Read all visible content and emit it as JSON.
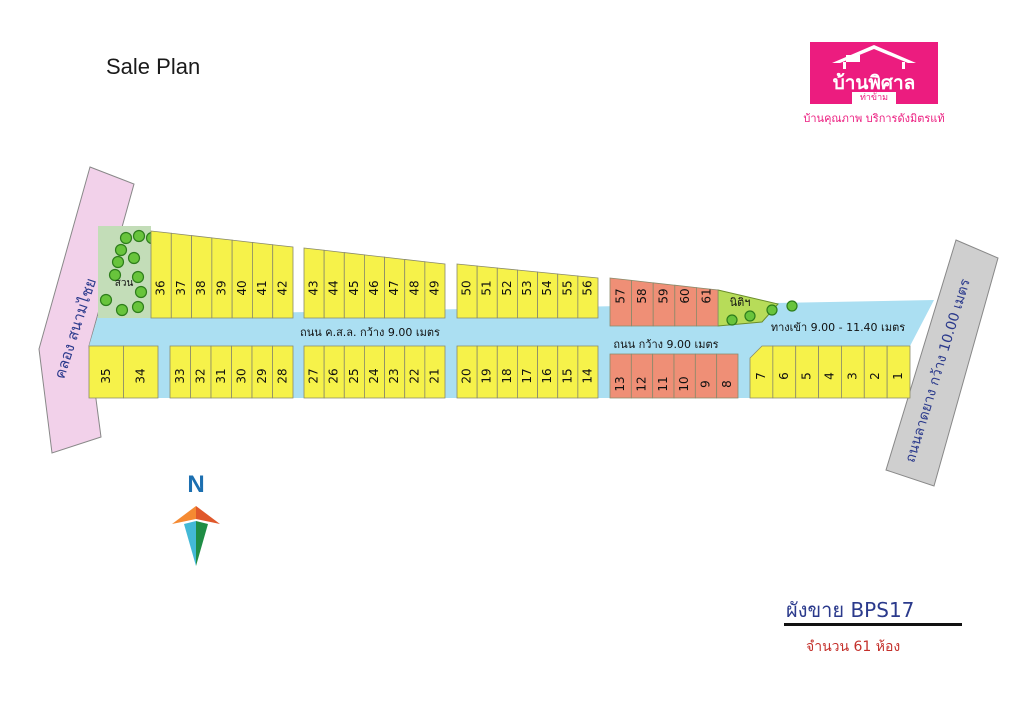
{
  "title": "Sale Plan",
  "logo": {
    "name": "บ้านพิศาล",
    "sub": "ท่าข้าม",
    "slogan": "บ้านคุณภาพ บริการดังมิตรแท้",
    "color": "#ec1c7f"
  },
  "roads": {
    "left_canal": "คลอง สนามไชย",
    "main_upper": "ถนน ค.ส.ล. กว้าง 9.00 เมตร",
    "main_lower": "ถนน กว้าง 9.00 เมตร",
    "entrance": "ทางเข้า 9.00 - 11.40 เมตร",
    "right_road": "ถนนลาดยาง กว้าง 10.00 เมตร"
  },
  "park_label": "สวน",
  "juristic_label": "นิติฯ",
  "compass_letter": "N",
  "colors": {
    "available": "#f6f24a",
    "reserved": "#ef8f76",
    "road": "#abdff2",
    "park": "#c3ddb8",
    "canal": "#f2d1ea",
    "asphalt": "#cfcfcf"
  },
  "plots": {
    "top": [
      {
        "group": "A",
        "numbers": [
          "36",
          "37",
          "38",
          "39",
          "40",
          "41",
          "42"
        ],
        "status": "available"
      },
      {
        "group": "B",
        "numbers": [
          "43",
          "44",
          "45",
          "46",
          "47",
          "48",
          "49"
        ],
        "status": "available"
      },
      {
        "group": "C",
        "numbers": [
          "50",
          "51",
          "52",
          "53",
          "54",
          "55",
          "56"
        ],
        "status": "available"
      },
      {
        "group": "D",
        "numbers": [
          "57",
          "58",
          "59",
          "60",
          "61"
        ],
        "status": "reserved"
      }
    ],
    "bottom": [
      {
        "group": "A",
        "numbers": [
          "35",
          "34"
        ],
        "status": "available"
      },
      {
        "group": "B",
        "numbers": [
          "33",
          "32",
          "31",
          "30",
          "29",
          "28"
        ],
        "status": "available"
      },
      {
        "group": "C",
        "numbers": [
          "27",
          "26",
          "25",
          "24",
          "23",
          "22",
          "21"
        ],
        "status": "available"
      },
      {
        "group": "D",
        "numbers": [
          "20",
          "19",
          "18",
          "17",
          "16",
          "15",
          "14"
        ],
        "status": "available"
      },
      {
        "group": "E",
        "numbers": [
          "13",
          "12",
          "11",
          "10",
          "9",
          "8"
        ],
        "status": "reserved"
      },
      {
        "group": "F",
        "numbers": [
          "7",
          "6",
          "5",
          "4",
          "3",
          "2",
          "1"
        ],
        "status": "available"
      }
    ]
  },
  "sheet": {
    "title": "ผังขาย BPS17",
    "count": "จำนวน 61 ห้อง"
  }
}
